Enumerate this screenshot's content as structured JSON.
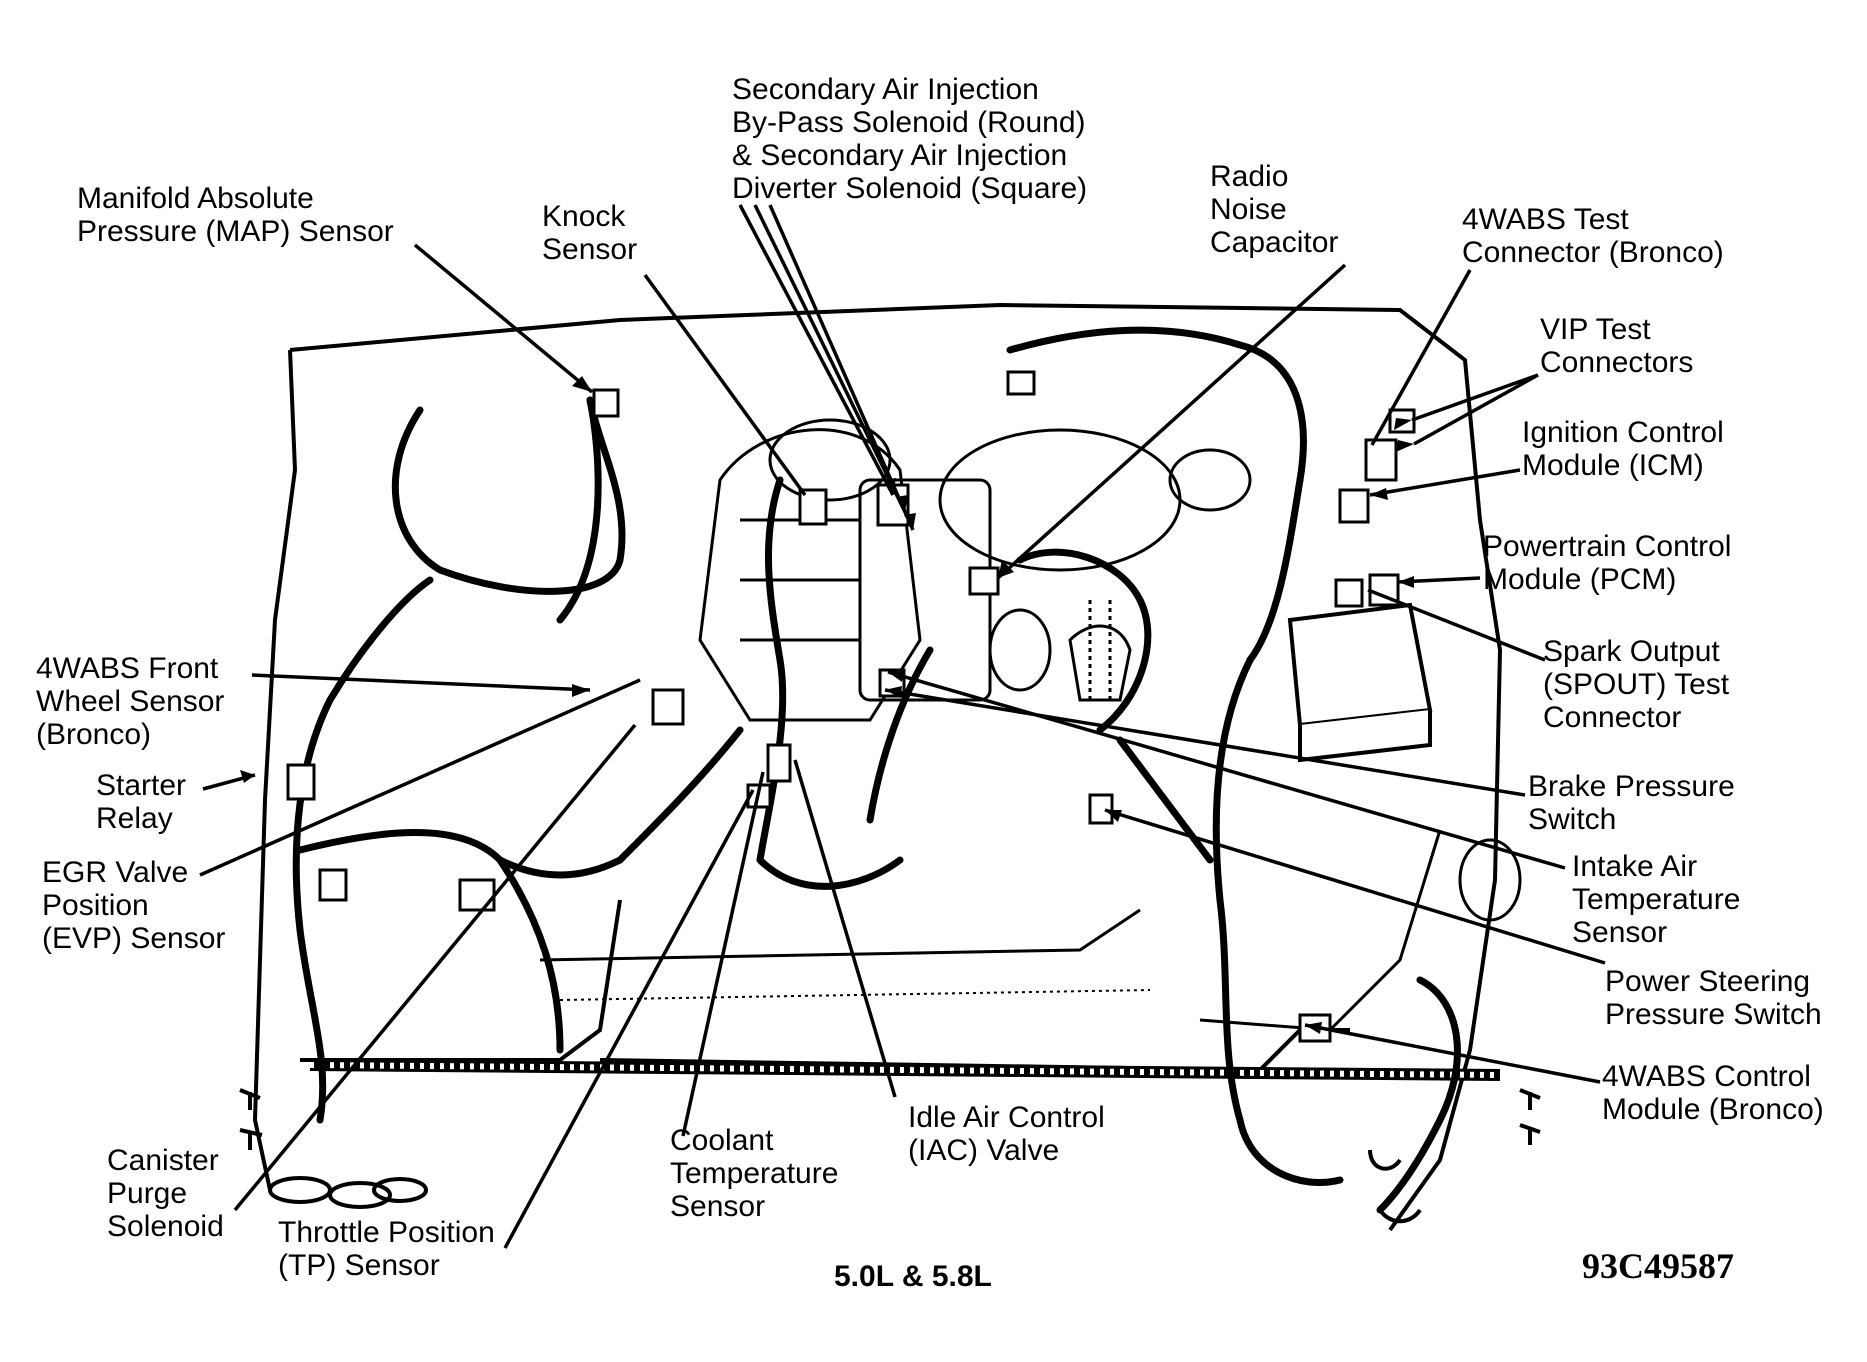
{
  "labels": {
    "map_sensor": "Manifold Absolute\nPressure (MAP) Sensor",
    "knock_sensor": "Knock\nSensor",
    "air_injection": "Secondary Air Injection\nBy-Pass Solenoid (Round)\n& Secondary Air Injection\nDiverter Solenoid (Square)",
    "radio_capacitor": "Radio\nNoise\nCapacitor",
    "wabs_test": "4WABS Test\nConnector (Bronco)",
    "vip_test": "VIP Test\nConnectors",
    "icm": "Ignition Control\nModule (ICM)",
    "pcm": "Powertrain Control\nModule (PCM)",
    "spout": "Spark Output\n(SPOUT) Test\nConnector",
    "brake_pressure": "Brake Pressure\nSwitch",
    "intake_air": "Intake Air\nTemperature\nSensor",
    "power_steering": "Power Steering\nPressure Switch",
    "wabs_module": "4WABS Control\nModule (Bronco)",
    "idle_air": "Idle Air Control\n(IAC) Valve",
    "coolant": "Coolant\nTemperature\nSensor",
    "throttle": "Throttle Position\n(TP) Sensor",
    "canister": "Canister\nPurge\nSolenoid",
    "egr": "EGR Valve\nPosition\n(EVP) Sensor",
    "starter": "Starter\nRelay",
    "wabs_front": "4WABS Front\nWheel Sensor\n(Bronco)"
  },
  "caption": "5.0L & 5.8L",
  "figure_number": "93C49587"
}
